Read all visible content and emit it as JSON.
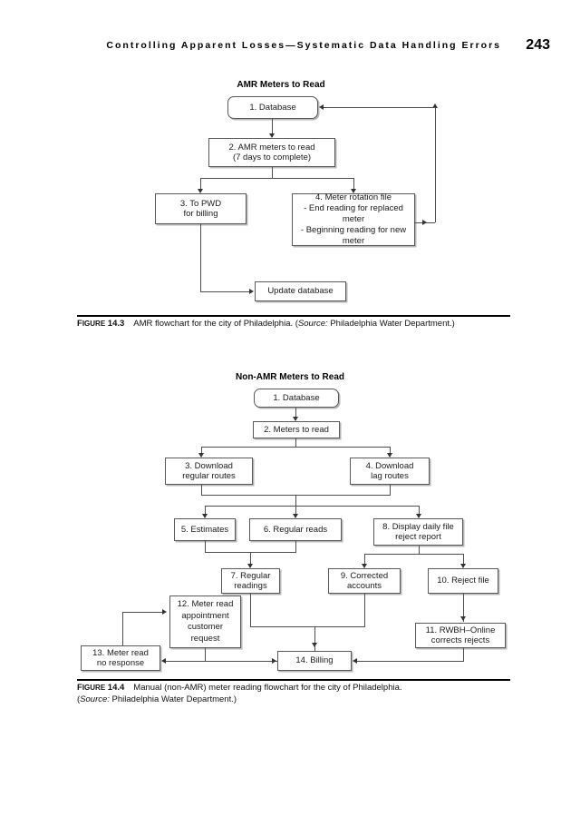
{
  "running_head": {
    "title": "Controlling Apparent Losses—Systematic Data Handling Errors",
    "page_number": "243"
  },
  "figure_14_3": {
    "chart_title": "AMR Meters to Read",
    "boxes": {
      "b1": "1. Database",
      "b2": "2. AMR meters to read\n(7 days to complete)",
      "b3": "3. To PWD\nfor billing",
      "b4": "4. Meter rotation file\n- End reading for replaced meter\n- Beginning reading for new meter",
      "b5": "Update database"
    },
    "caption": {
      "label_fig": "F",
      "label_igure": "IGURE",
      "label_num": " 14.3",
      "text_before": "AMR flowchart for the city of Philadelphia. (",
      "source_label": "Source:",
      "text_after": " Philadelphia Water Department.)"
    }
  },
  "figure_14_4": {
    "chart_title": "Non-AMR Meters to Read",
    "boxes": {
      "b1": "1. Database",
      "b2": "2. Meters to read",
      "b3": "3. Download\nregular routes",
      "b4": "4. Download\nlag routes",
      "b5": "5. Estimates",
      "b6": "6. Regular reads",
      "b7": "7. Regular\nreadings",
      "b8": "8. Display daily file\nreject report",
      "b9": "9. Corrected\naccounts",
      "b10": "10. Reject file",
      "b11": "11. RWBH–Online\ncorrects rejects",
      "b12": "12. Meter read\nappointment\ncustomer\nrequest",
      "b13": "13. Meter read\nno response",
      "b14": "14. Billing"
    },
    "caption": {
      "label_fig": "F",
      "label_igure": "IGURE",
      "label_num": " 14.4",
      "text_before": "Manual (non-AMR) meter reading flowchart for the city of Philadelphia.",
      "source_label": "Source:",
      "text_after": " Philadelphia Water Department.)",
      "line2_open": "("
    }
  },
  "colors": {
    "box_border": "#595959",
    "box_shadow": "#b7b7b7",
    "line": "#4d4d4d",
    "text": "#1a1a1a"
  }
}
